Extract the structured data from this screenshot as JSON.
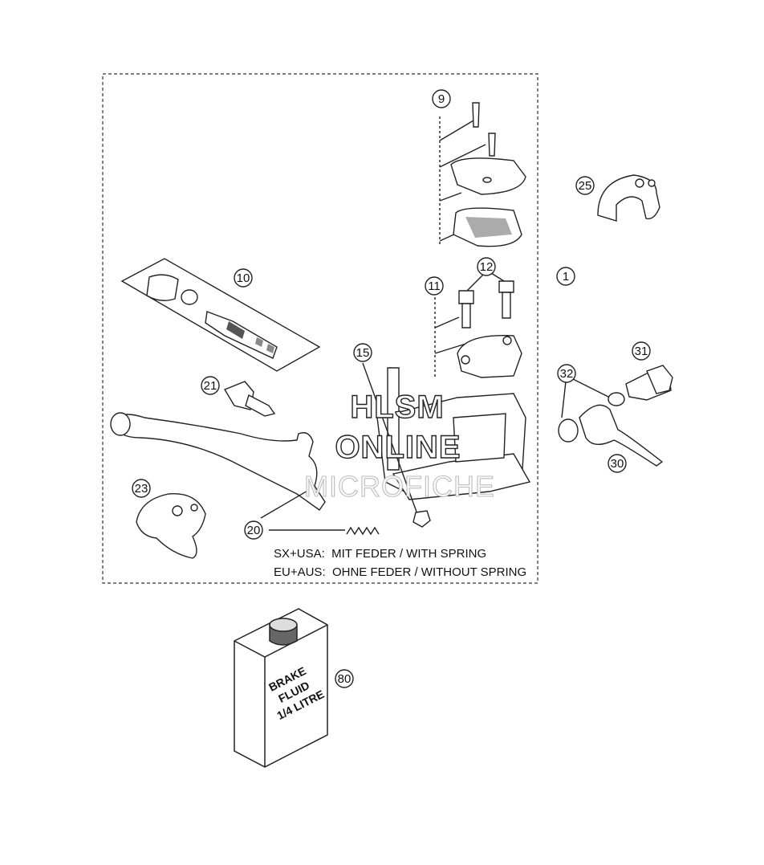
{
  "callouts": [
    {
      "number": "9"
    },
    {
      "number": "25"
    },
    {
      "number": "10"
    },
    {
      "number": "12"
    },
    {
      "number": "11"
    },
    {
      "number": "1"
    },
    {
      "number": "15"
    },
    {
      "number": "31"
    },
    {
      "number": "32"
    },
    {
      "number": "21"
    },
    {
      "number": "30"
    },
    {
      "number": "23"
    },
    {
      "number": "20"
    },
    {
      "number": "80"
    }
  ],
  "notes": [
    "SX+USA:  MIT FEDER / WITH SPRING",
    "EU+AUS:  OHNE FEDER / WITHOUT SPRING"
  ],
  "watermark": {
    "line1": "HLSM",
    "line2": "ONLINE",
    "line3": "MICROFICHE"
  },
  "fluid_can": {
    "line1": "BRAKE",
    "line2": "FLUID",
    "line3": "1/4 LITRE"
  }
}
